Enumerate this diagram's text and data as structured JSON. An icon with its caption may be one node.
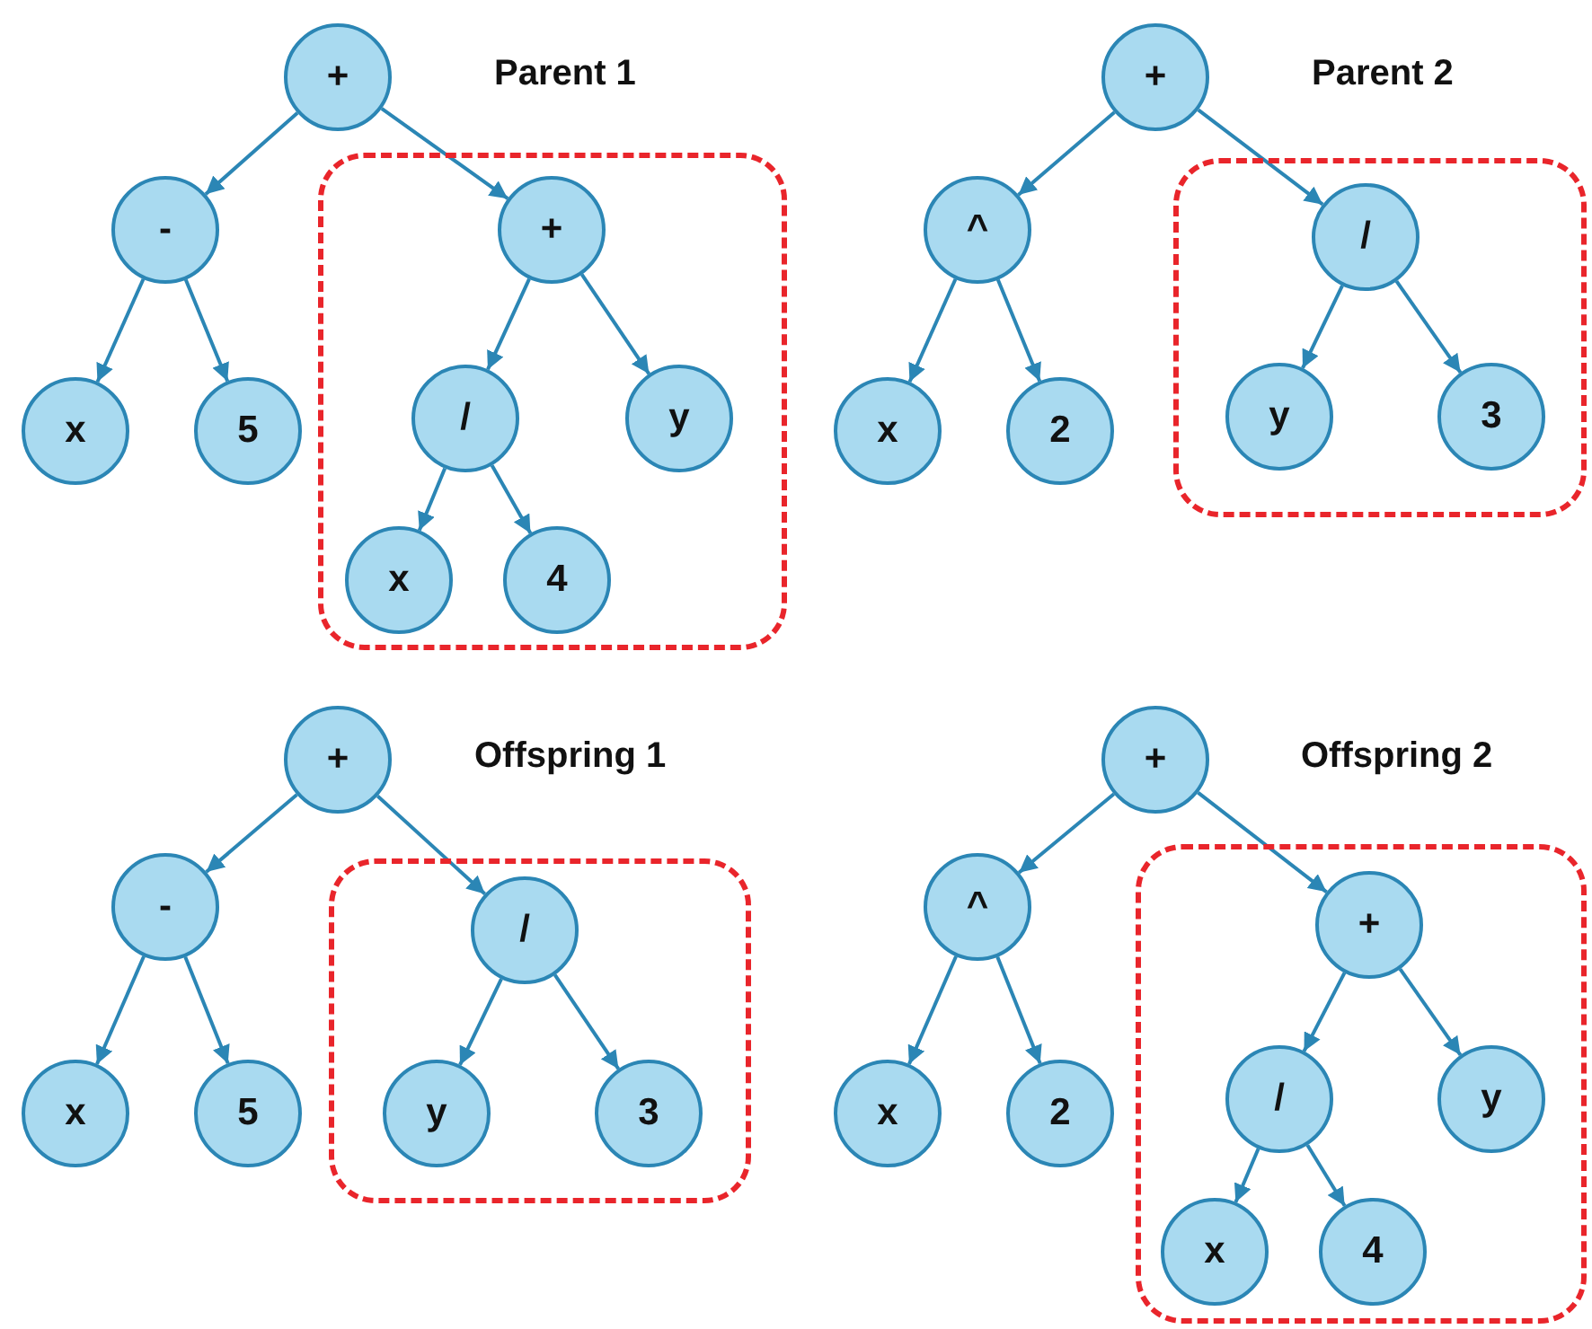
{
  "diagram": {
    "nodes": [
      {
        "text": [
          "+"
        ]
      },
      {
        "text": [
          "-"
        ]
      },
      {
        "text": [
          "x"
        ]
      },
      {
        "text": [
          "5"
        ]
      },
      {
        "text": [],
        "shape": "box"
      },
      {
        "text": [
          "+"
        ],
        "in": 4
      },
      {
        "text": [
          "/"
        ],
        "in": 4
      },
      {
        "text": [
          "y"
        ],
        "in": 4
      },
      {
        "text": [
          "x"
        ],
        "in": 4
      },
      {
        "text": [
          "4"
        ],
        "in": 4
      },
      {
        "text": [
          "+"
        ]
      },
      {
        "text": [
          "^"
        ]
      },
      {
        "text": [
          "x"
        ]
      },
      {
        "text": [
          "2"
        ]
      },
      {
        "text": [],
        "shape": "box"
      },
      {
        "text": [
          "/"
        ],
        "in": 14
      },
      {
        "text": [
          "y"
        ],
        "in": 14
      },
      {
        "text": [
          "3"
        ],
        "in": 14
      },
      {
        "text": [
          "+"
        ]
      },
      {
        "text": [
          "-"
        ]
      },
      {
        "text": [
          "x"
        ]
      },
      {
        "text": [
          "5"
        ]
      },
      {
        "text": [],
        "shape": "box"
      },
      {
        "text": [
          "/"
        ],
        "in": 22
      },
      {
        "text": [
          "y"
        ],
        "in": 22
      },
      {
        "text": [
          "3"
        ],
        "in": 22
      },
      {
        "text": [
          "+"
        ]
      },
      {
        "text": [
          "^"
        ]
      },
      {
        "text": [
          "x"
        ]
      },
      {
        "text": [
          "2"
        ]
      },
      {
        "text": [],
        "shape": "box"
      },
      {
        "text": [
          "+"
        ],
        "in": 30
      },
      {
        "text": [
          "/"
        ],
        "in": 30
      },
      {
        "text": [
          "y"
        ],
        "in": 30
      },
      {
        "text": [
          "x"
        ],
        "in": 30
      },
      {
        "text": [
          "4"
        ],
        "in": 30
      }
    ],
    "edges": [
      {
        "from": 0,
        "to": 1,
        "arrow": "to"
      },
      {
        "from": 0,
        "to": 5,
        "arrow": "to"
      },
      {
        "from": 1,
        "to": 2,
        "arrow": "to"
      },
      {
        "from": 1,
        "to": 3,
        "arrow": "to"
      },
      {
        "from": 5,
        "to": 6,
        "arrow": "to"
      },
      {
        "from": 5,
        "to": 7,
        "arrow": "to"
      },
      {
        "from": 6,
        "to": 8,
        "arrow": "to"
      },
      {
        "from": 6,
        "to": 9,
        "arrow": "to"
      },
      {
        "from": 10,
        "to": 11,
        "arrow": "to"
      },
      {
        "from": 10,
        "to": 15,
        "arrow": "to"
      },
      {
        "from": 11,
        "to": 12,
        "arrow": "to"
      },
      {
        "from": 11,
        "to": 13,
        "arrow": "to"
      },
      {
        "from": 15,
        "to": 16,
        "arrow": "to"
      },
      {
        "from": 15,
        "to": 17,
        "arrow": "to"
      },
      {
        "from": 18,
        "to": 19,
        "arrow": "to"
      },
      {
        "from": 18,
        "to": 23,
        "arrow": "to"
      },
      {
        "from": 19,
        "to": 20,
        "arrow": "to"
      },
      {
        "from": 19,
        "to": 21,
        "arrow": "to"
      },
      {
        "from": 23,
        "to": 24,
        "arrow": "to"
      },
      {
        "from": 23,
        "to": 25,
        "arrow": "to"
      },
      {
        "from": 26,
        "to": 27,
        "arrow": "to"
      },
      {
        "from": 26,
        "to": 31,
        "arrow": "to"
      },
      {
        "from": 27,
        "to": 28,
        "arrow": "to"
      },
      {
        "from": 27,
        "to": 29,
        "arrow": "to"
      },
      {
        "from": 31,
        "to": 32,
        "arrow": "to"
      },
      {
        "from": 31,
        "to": 33,
        "arrow": "to"
      },
      {
        "from": 32,
        "to": 34,
        "arrow": "to"
      },
      {
        "from": 32,
        "to": 35,
        "arrow": "to"
      }
    ],
    "labels": [
      "Parent 1",
      "Parent 2",
      "Offspring 1",
      "Offspring 2"
    ]
  }
}
